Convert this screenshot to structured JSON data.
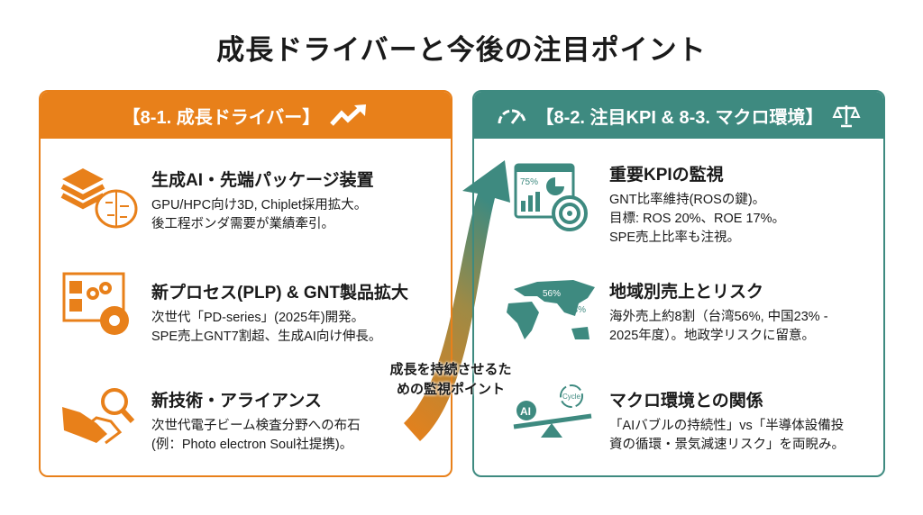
{
  "title": "成長ドライバーと今後の注目ポイント",
  "left_panel": {
    "header": "【8-1. 成長ドライバー】",
    "items": [
      {
        "title": "生成AI・先端パッケージ装置",
        "lines": [
          "GPU/HPC向け3D, Chiplet採用拡大。",
          "後工程ボンダ需要が業績牽引。"
        ]
      },
      {
        "title": "新プロセス(PLP) & GNT製品拡大",
        "lines": [
          "次世代「PD-series」(2025年)開発。",
          "SPE売上GNT7割超、生成AI向け伸長。"
        ]
      },
      {
        "title": "新技術・アライアンス",
        "lines": [
          "次世代電子ビーム検査分野への布石",
          "(例：Photo electron Soul社提携)。"
        ]
      }
    ]
  },
  "right_panel": {
    "header": "【8-2. 注目KPI & 8-3. マクロ環境】",
    "items": [
      {
        "title": "重要KPIの監視",
        "lines": [
          "GNT比率維持(ROSの鍵)。",
          "目標: ROS 20%、ROE 17%。",
          "SPE売上比率も注視。"
        ],
        "icon_text": "75%"
      },
      {
        "title": "地域別売上とリスク",
        "lines": [
          "海外売上約8割（台湾56%, 中国23% -",
          "2025年度）。地政学リスクに留意。"
        ],
        "icon_labels": [
          "56%",
          "23%"
        ]
      },
      {
        "title": "マクロ環境との関係",
        "lines": [
          "「AIバブルの持続性」vs「半導体設備投",
          "資の循環・景気減速リスク」を両睨み。"
        ],
        "icon_labels": [
          "AI",
          "Cycle"
        ]
      }
    ]
  },
  "arrow_label": [
    "成長を持続させるた",
    "めの監視ポイント"
  ],
  "colors": {
    "orange": "#E8801A",
    "teal": "#3E8A80"
  }
}
